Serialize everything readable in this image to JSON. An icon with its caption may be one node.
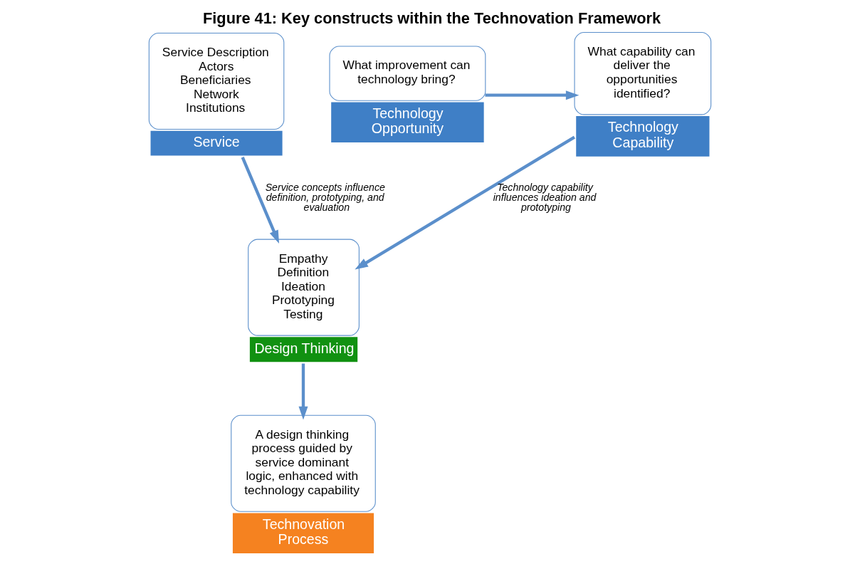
{
  "diagram": {
    "title": "Figure 41: Key constructs within the Technovation Framework",
    "nodes": [
      {
        "text": [
          "Service Description",
          "Actors",
          "Beneficiaries",
          "Network",
          "Institutions",
          "Service"
        ]
      },
      {
        "text": [
          "What improvement can technology bring?",
          "Technology Opportunity"
        ]
      },
      {
        "text": [
          "What capability can deliver the opportunities identified?",
          "Technology Capability"
        ]
      },
      {
        "text": [
          "Empathy",
          "Definition",
          "Ideation",
          "Prototyping",
          "Testing",
          "Design Thinking"
        ]
      },
      {
        "text": [
          "A design thinking process guided by service dominant logic, enhanced with technology capability",
          "Technovation Process"
        ]
      }
    ],
    "edges": [
      {
        "from": 0,
        "to": 3,
        "arrow": "to",
        "label": "Service concepts influence definition, prototyping, and evaluation"
      },
      {
        "from": 1,
        "to": 2,
        "arrow": "to"
      },
      {
        "from": 2,
        "to": 3,
        "arrow": "to",
        "label": "Technology capability influences ideation and prototyping"
      },
      {
        "from": 3,
        "to": 4,
        "arrow": "to"
      }
    ]
  }
}
